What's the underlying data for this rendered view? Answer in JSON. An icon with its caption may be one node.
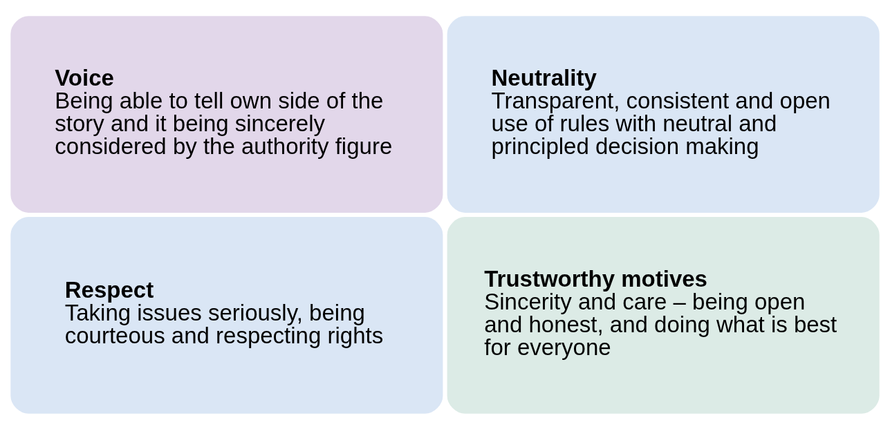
{
  "diagram": {
    "nodes": [
      {
        "text": [
          "Voice",
          "Being able to tell own side of the story and it being sincerely considered by the authority figure"
        ]
      },
      {
        "text": [
          "Neutrality",
          "Transparent, consistent and open use of rules with neutral and principled decision making"
        ]
      },
      {
        "text": [
          "Respect",
          "Taking issues seriously, being courteous and respecting rights"
        ]
      },
      {
        "text": [
          "Trustworthy motives",
          "Sincerity and care – being open and honest, and doing what is best for everyone"
        ]
      }
    ]
  }
}
